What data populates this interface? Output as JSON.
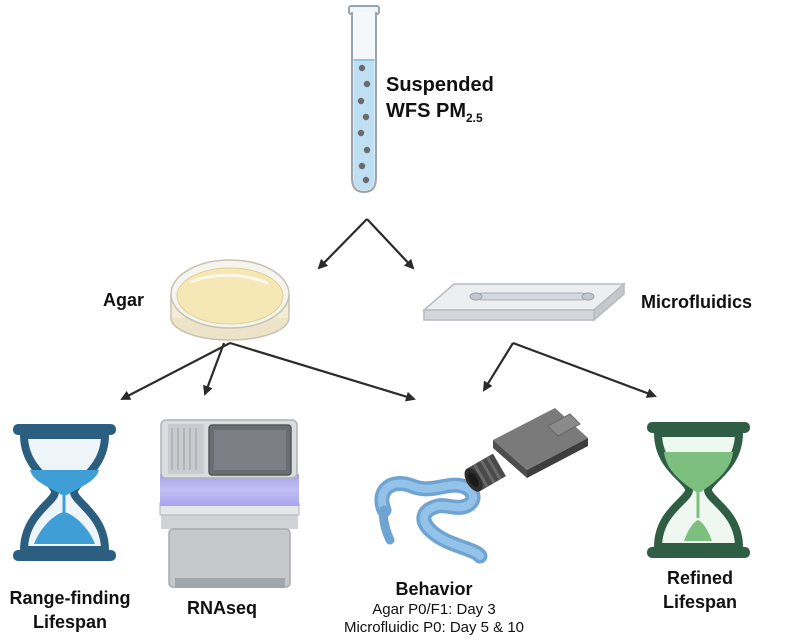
{
  "source": {
    "title_line1": "Suspended",
    "title_line2": "WFS PM",
    "subscript": "2.5"
  },
  "methods": {
    "agar": "Agar",
    "microfluidics": "Microfluidics"
  },
  "assays": {
    "range_finding_line1": "Range-finding",
    "range_finding_line2": "Lifespan",
    "rnaseq": "RNAseq",
    "behavior_title": "Behavior",
    "behavior_detail1": "Agar P0/F1: Day 3",
    "behavior_detail2": "Microfluidic P0: Day 5 & 10",
    "refined_line1": "Refined",
    "refined_line2": "Lifespan"
  },
  "icons": {
    "test_tube": "test-tube-icon",
    "petri_dish": "petri-dish-icon",
    "microfluidic_chip": "microfluidic-chip-icon",
    "hourglass_blue": "hourglass-icon",
    "sequencer": "sequencer-icon",
    "camera": "camera-icon",
    "worm": "worm-icon",
    "hourglass_green": "hourglass-icon"
  },
  "colors": {
    "arrow": "#2b2b2b",
    "tube_liquid": "#bfe0f2",
    "particle": "#6b6b6b",
    "agar": "#f6e7b6",
    "chip": "#e5e7ea",
    "hourglass_blue_frame": "#2c5f7f",
    "hourglass_blue_sand": "#3f9ed6",
    "hourglass_green_frame": "#2f5e44",
    "hourglass_green_sand": "#7cbf7f",
    "sequencer_glow": "#a7a3ee",
    "worm": "#7fb1dd",
    "camera": "#5a5a5a"
  }
}
